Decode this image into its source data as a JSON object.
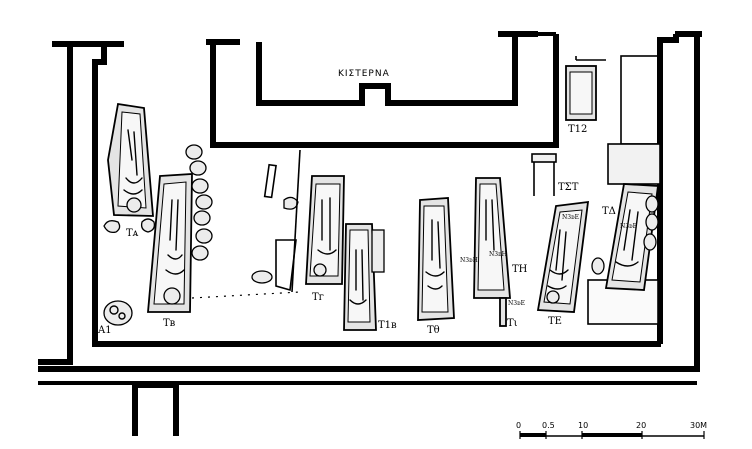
{
  "cistern_label": "ΚΙΣΤΕΡΝΑ",
  "tombs": {
    "ta": "Tᴀ",
    "tb": "Tв",
    "tg": "Tг",
    "t1b": "T1в",
    "tth": "Tθ",
    "th": "TH",
    "ti": "Tι",
    "te": "TE",
    "td": "TΔ",
    "tzt": "TΣT",
    "t12": "T12",
    "a1": "A1"
  },
  "burial_tags": {
    "n1": "N3ᴅH",
    "n2": "N3ᴅH",
    "n3": "N3ᴅE",
    "n4": "N3ᴅE",
    "n5": "N3ᴅE"
  },
  "scale_bar": {
    "ticks": [
      "0",
      "0.5",
      "10",
      "20",
      "30M"
    ]
  }
}
